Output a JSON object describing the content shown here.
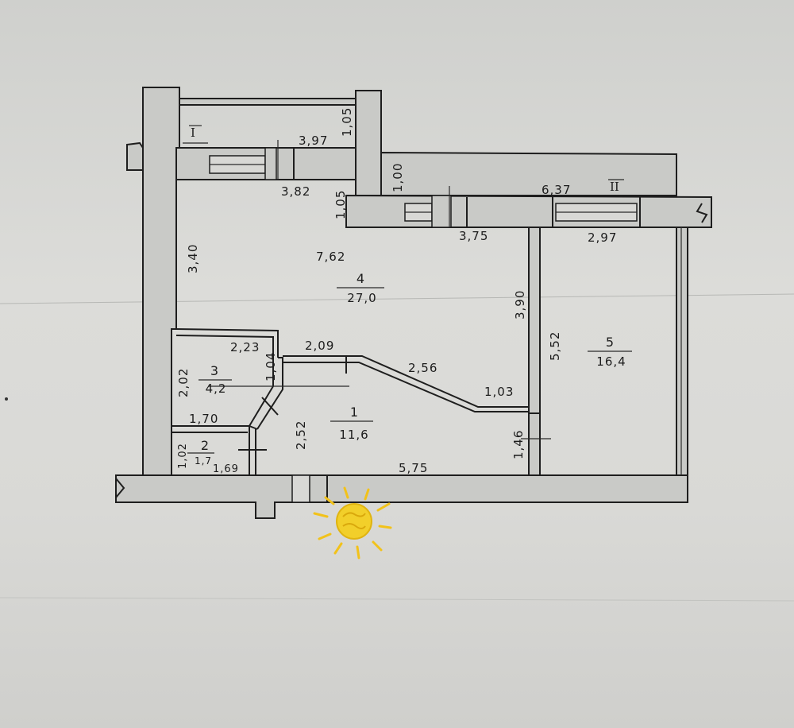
{
  "rooms": [
    {
      "number": "1",
      "area": "11,6"
    },
    {
      "number": "2",
      "area": "1,7"
    },
    {
      "number": "3",
      "area": "4,2"
    },
    {
      "number": "4",
      "area": "27,0"
    },
    {
      "number": "5",
      "area": "16,4"
    }
  ],
  "balconies": [
    {
      "label": "I"
    },
    {
      "label": "II"
    }
  ],
  "dimensions": {
    "balcony1_width": "3,97",
    "balcony1_depth": "1,05",
    "room4_top_width": "3,82",
    "room4_notch_depth": "1,05",
    "balcony2_depth": "1,00",
    "balcony2_width": "6,37",
    "room4_top_right": "3,75",
    "room5_top_width": "2,97",
    "room4_left_height": "3,40",
    "room4_inner_width": "7,62",
    "room4_right_height": "3,90",
    "room5_height": "5,52",
    "room3_top_width": "2,23",
    "room1_top_left": "2,09",
    "room1_diagonal": "2,56",
    "room1_top_right": "1,03",
    "room3_height": "2,02",
    "room3_right_height": "1,04",
    "room3_bottom_width": "1,70",
    "room1_left_height": "2,52",
    "room1_right_height": "1,46",
    "room2_height": "1,02",
    "room2_width": "1,69",
    "room1_bottom_width": "5,75"
  },
  "colors": {
    "sun_fill": "#f2cf2a",
    "sun_rays": "#f2c21a",
    "ink": "#1e1e1e",
    "wall_fill": "#c9cac7"
  },
  "icons": {
    "sun": "sun-icon"
  }
}
